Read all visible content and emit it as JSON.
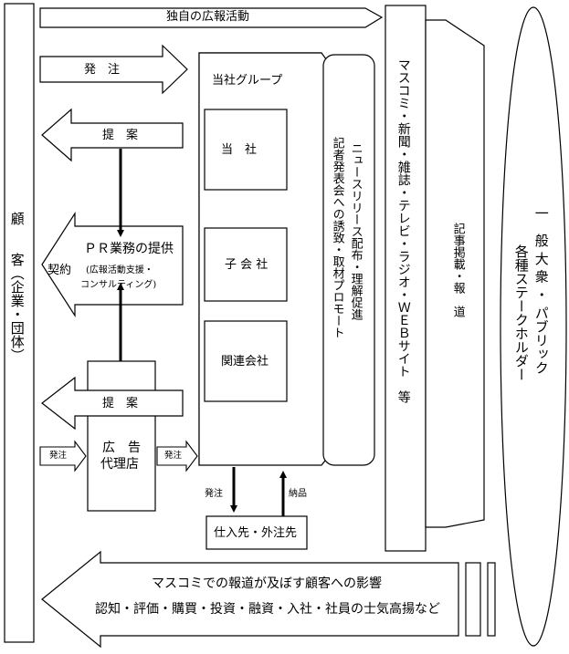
{
  "customer": {
    "label": "顧　　客（企業・団体）"
  },
  "own_pr": {
    "label": "独自の広報活動"
  },
  "order_top": {
    "label": "発　注"
  },
  "proposal_top": {
    "label": "提　案"
  },
  "pr_service": {
    "line1": "ＰＲ業務の提供",
    "contract": "契約",
    "line2": "(広報活動支援・",
    "line3": "コンサルティング)"
  },
  "proposal_bottom": {
    "label": "提　案"
  },
  "agency": {
    "line1": "広　告",
    "line2": "代理店"
  },
  "order_small_left": {
    "label": "発注"
  },
  "order_small_right": {
    "label": "発注"
  },
  "group": {
    "title": "当社グループ",
    "units": [
      "当　社",
      "子 会 社",
      "関連会社"
    ]
  },
  "press_release": {
    "col1": "ニュースリリース配布・理解促進",
    "col2": "記者発表会への誘致・取材プロモート"
  },
  "media": {
    "label": "マスコミ・新聞・雑誌・テレビ・ラジオ・ＷＥＢサイト　等"
  },
  "coverage": {
    "label": "記事掲載・報　道"
  },
  "public": {
    "col1": "一　般 大 衆 ・ パブリック",
    "col2": "各種ステークホルダー"
  },
  "supplier": {
    "label": "仕入先・外注先",
    "order": "発注",
    "delivery": "納品"
  },
  "impact": {
    "line1": "マスコミでの報道が及ぼす顧客への影響",
    "line2": "認知・評価・購買・投資・融資・入社・社員の士気高揚など"
  }
}
